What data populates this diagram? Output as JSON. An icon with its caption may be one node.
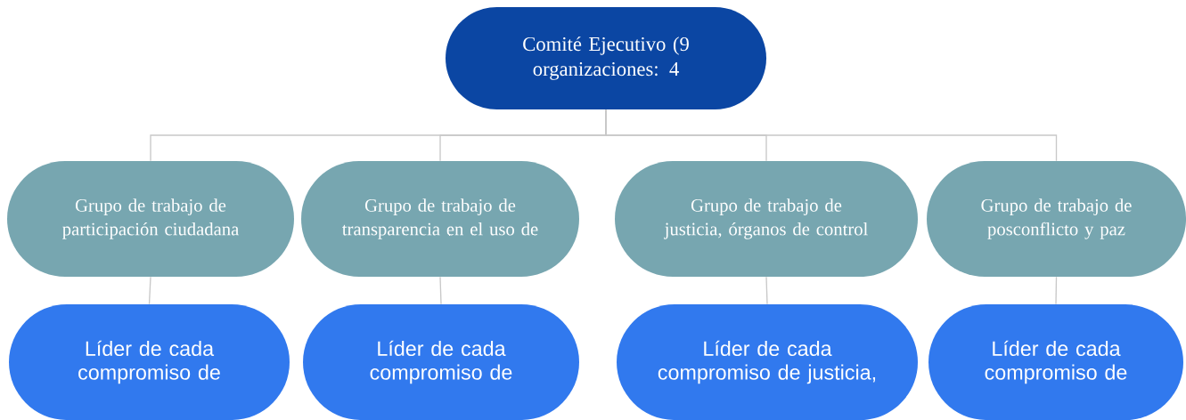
{
  "diagram": {
    "nodes": [
      {
        "text": [
          "Comité Ejecutivo (9 organizaciones: 4"
        ]
      },
      {
        "text": [
          "Grupo de trabajo de participación ciudadana"
        ]
      },
      {
        "text": [
          "Grupo de trabajo de transparencia en el uso de"
        ]
      },
      {
        "text": [
          "Grupo de trabajo de justicia, órganos de control"
        ]
      },
      {
        "text": [
          "Grupo de trabajo de posconflicto y paz"
        ]
      },
      {
        "text": [
          "Líder de cada compromiso de"
        ]
      },
      {
        "text": [
          "Líder de cada compromiso de"
        ]
      },
      {
        "text": [
          "Líder de cada compromiso de justicia,"
        ]
      },
      {
        "text": [
          "Líder de cada compromiso de"
        ]
      }
    ],
    "edges": [
      {
        "from": 0,
        "to": 1,
        "arrow": "none"
      },
      {
        "from": 0,
        "to": 2,
        "arrow": "none"
      },
      {
        "from": 0,
        "to": 3,
        "arrow": "none"
      },
      {
        "from": 0,
        "to": 4,
        "arrow": "none"
      },
      {
        "from": 1,
        "to": 5,
        "arrow": "none"
      },
      {
        "from": 2,
        "to": 6,
        "arrow": "none"
      },
      {
        "from": 3,
        "to": 7,
        "arrow": "none"
      },
      {
        "from": 4,
        "to": 8,
        "arrow": "none"
      }
    ]
  }
}
